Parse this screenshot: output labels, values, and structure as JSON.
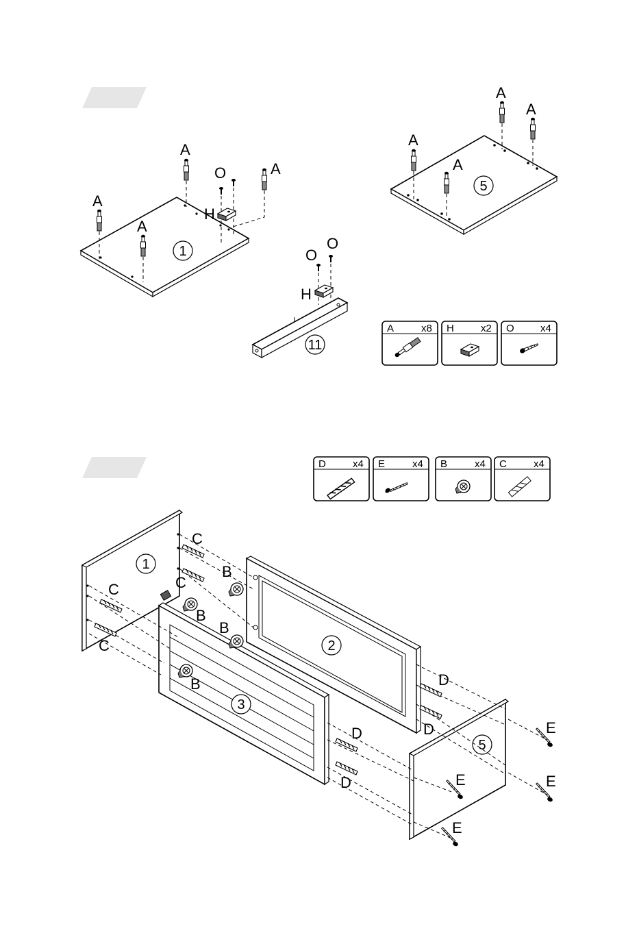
{
  "step1": {
    "part_labels": [
      "1",
      "5",
      "11"
    ],
    "labels": {
      "a": "A",
      "h": "H",
      "o": "O"
    }
  },
  "step2": {
    "part_labels": [
      "1",
      "2",
      "3",
      "5"
    ],
    "labels": {
      "b": "B",
      "c": "C",
      "d": "D",
      "e": "E"
    }
  },
  "hardware_step1": [
    {
      "code": "A",
      "qty": "x8",
      "icon": "cam-bolt-icon"
    },
    {
      "code": "H",
      "qty": "x2",
      "icon": "magnetic-catch-icon"
    },
    {
      "code": "O",
      "qty": "x4",
      "icon": "screw-icon"
    }
  ],
  "hardware_step2": [
    {
      "code": "D",
      "qty": "x4",
      "icon": "dowel-icon"
    },
    {
      "code": "E",
      "qty": "x4",
      "icon": "long-screw-icon"
    },
    {
      "code": "B",
      "qty": "x4",
      "icon": "cam-lock-icon"
    },
    {
      "code": "C",
      "qty": "x4",
      "icon": "dowel-icon"
    }
  ],
  "colors": {
    "step_tab": "#e6e6e6",
    "line": "#000000"
  }
}
